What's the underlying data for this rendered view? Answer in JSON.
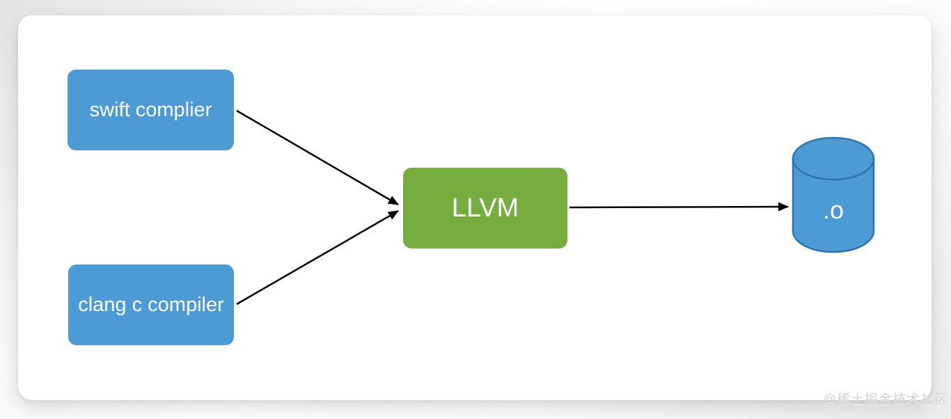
{
  "diagram": {
    "nodes": [
      {
        "id": "swift-compiler",
        "label": "swift complier",
        "shape": "rounded-rect",
        "fill": "#4d9bd5",
        "border": "#2b73b2",
        "text_color": "#ffffff"
      },
      {
        "id": "clang-c-compiler",
        "label": "clang c compiler",
        "shape": "rounded-rect",
        "fill": "#4d9bd5",
        "border": "#2b73b2",
        "text_color": "#ffffff"
      },
      {
        "id": "llvm",
        "label": "LLVM",
        "shape": "rounded-rect",
        "fill": "#77ac3f",
        "border": "#527d23",
        "text_color": "#ffffff"
      },
      {
        "id": "object-file",
        "label": ".o",
        "shape": "cylinder",
        "fill": "#4d9bd5",
        "border": "#2b73b2",
        "text_color": "#ffffff"
      }
    ],
    "edges": [
      {
        "from": "swift-compiler",
        "to": "llvm",
        "style": "arrow"
      },
      {
        "from": "clang-c-compiler",
        "to": "llvm",
        "style": "arrow"
      },
      {
        "from": "llvm",
        "to": "object-file",
        "style": "arrow"
      }
    ],
    "edge_color": "#000000",
    "card_background": "#ffffff",
    "watermark": "@稀土掘金技术社区"
  }
}
